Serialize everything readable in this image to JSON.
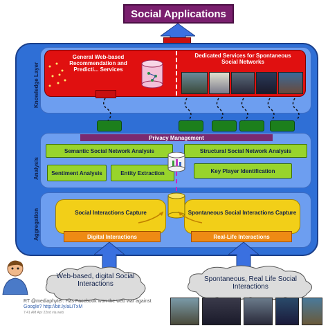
{
  "title": "Social Applications",
  "layers": {
    "knowledge": "Knowledge Layer",
    "analysis": "Analysis",
    "aggregation": "Aggregation"
  },
  "knowledge": {
    "left_title": "General Web-based Recommendation and Predicti... Services",
    "right_title": "Dedicated Services for Spontaneous Social Networks"
  },
  "analysis": {
    "privacy": "Privacy Management",
    "semantic": "Semantic Social Network Analysis",
    "structural": "Structural Social Network Analysis",
    "sentiment": "Sentiment Analysis",
    "entity": "Entity Extraction",
    "keyplayer": "Key Player Identification"
  },
  "aggregation": {
    "left_box": "Social Interactions Capture",
    "right_box": "Spontaneous Social Interactions Capture",
    "left_bar": "Digital Interactions",
    "right_bar": "Real-Life Interactions"
  },
  "clouds": {
    "left": "Web-based, digital Social Interactions",
    "right": "Spontaneous, Real Life Social Interactions"
  },
  "tweet": {
    "line1": "RT @mediaphyter: Has Facebook won the web war against",
    "line2": "Google? http://bit.ly/aLiTxM",
    "line3": "7:41 AM Apr 22nd via web"
  },
  "colors": {
    "outer": "#2f6fd6",
    "title": "#7a1f6e",
    "knowledge": "#e01010",
    "analysis": "#98d42c",
    "aggregation": "#f2cf18",
    "interaction_bar": "#ee8a14",
    "arrow": "#3a70e0"
  },
  "icons": [
    "database-icon",
    "user-avatar-icon",
    "cloud-icon",
    "arrow-up-icon"
  ]
}
